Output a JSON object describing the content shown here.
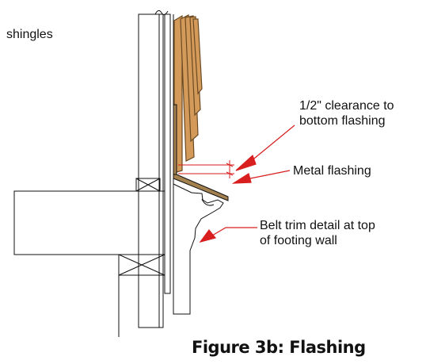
{
  "labels": {
    "shingles": "shingles",
    "clearance_line1": "1/2\" clearance to",
    "clearance_line2": "bottom flashing",
    "metal_flashing": "Metal flashing",
    "belt_line1": "Belt trim detail at top",
    "belt_line2": "of footing wall"
  },
  "caption": "Figure 3b: Flashing",
  "colors": {
    "shingle_fill": "#d39a5a",
    "shingle_stroke": "#6b4a22",
    "flashing_fill": "#a3814f",
    "line": "#111111",
    "arrow": "#d81e1e"
  }
}
